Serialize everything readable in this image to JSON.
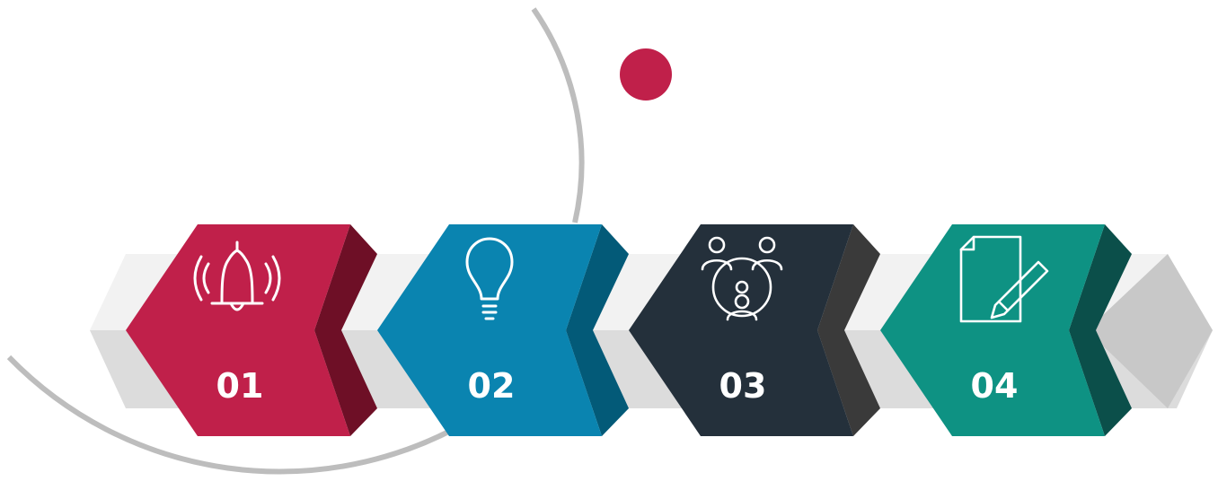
{
  "colors": {
    "accent_dot": "#C0204A",
    "arc": "#BDBDBD",
    "bar_top": "#F2F2F2",
    "bar_front": "#DCDCDC",
    "bar_shadow": "#C8C8C8"
  },
  "steps": [
    {
      "number": "01",
      "icon": "bell-icon",
      "color": "#C0204A",
      "shade": "#6E0F26"
    },
    {
      "number": "02",
      "icon": "lightbulb-icon",
      "color": "#0A84B0",
      "shade": "#035A78"
    },
    {
      "number": "03",
      "icon": "team-network-icon",
      "color": "#24303B",
      "shade": "#3A3A3A"
    },
    {
      "number": "04",
      "icon": "document-edit-icon",
      "color": "#0E9283",
      "shade": "#0B4F4A"
    }
  ]
}
